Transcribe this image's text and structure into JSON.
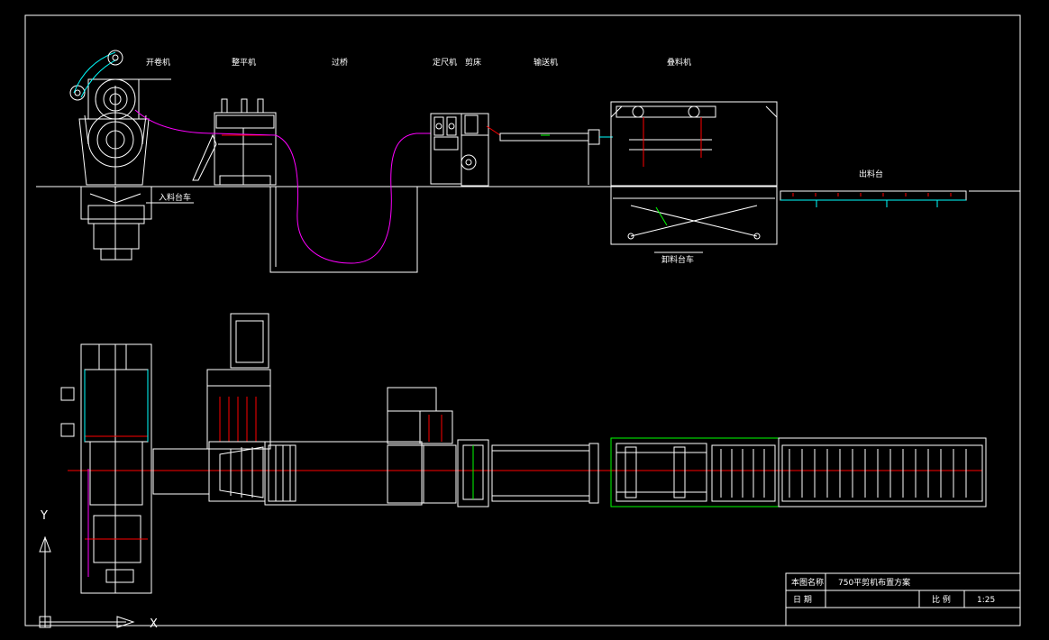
{
  "labels": {
    "uncoiler": "开卷机",
    "leveler": "整平机",
    "bridge": "过桥",
    "sizing": "定尺机",
    "shear": "剪床",
    "conveyor": "输送机",
    "stacker": "叠料机",
    "entry_cart": "入料台车",
    "unload_cart": "卸料台车",
    "output_table": "出料台"
  },
  "title_block": {
    "name_label": "本图名称",
    "name_value": "750平剪机布置方案",
    "date_label": "日  期",
    "scale_label": "比  例",
    "scale_value": "1:25"
  },
  "ucs": {
    "y": "Y",
    "x": "X"
  },
  "colors": {
    "line": "#ffffff",
    "strip": "#ff00ff",
    "centerline": "#ff0000",
    "aux": "#00ffff",
    "guide": "#00ff00",
    "blue": "#0044ff"
  }
}
